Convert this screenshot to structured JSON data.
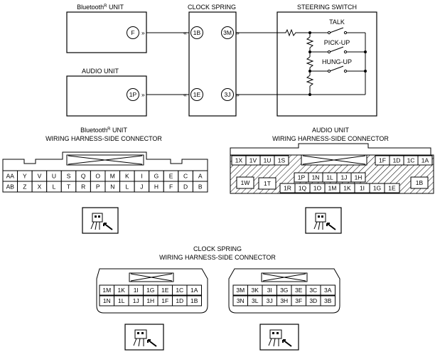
{
  "schematic": {
    "bluetooth_unit": {
      "title_prefix": "Bluetooth",
      "registered": "R",
      "title_suffix": " UNIT",
      "pin": "F"
    },
    "audio_unit": {
      "title": "AUDIO UNIT",
      "pin": "1P"
    },
    "clock_spring": {
      "title": "CLOCK SPRING",
      "pins_left": [
        "1B",
        "1E"
      ],
      "pins_right": [
        "3M",
        "3J"
      ]
    },
    "steering_switch": {
      "title": "STEERING SWITCH",
      "switches": [
        "TALK",
        "PICK-UP",
        "HUNG-UP"
      ]
    }
  },
  "bluetooth_connector": {
    "title_prefix": "Bluetooth",
    "registered": "R",
    "title_suffix": " UNIT",
    "subtitle": "WIRING HARNESS-SIDE CONNECTOR",
    "row1": [
      "AA",
      "Y",
      "V",
      "U",
      "S",
      "Q",
      "O",
      "M",
      "K",
      "I",
      "G",
      "E",
      "C",
      "A"
    ],
    "row2": [
      "AB",
      "Z",
      "X",
      "L",
      "T",
      "R",
      "P",
      "N",
      "L",
      "J",
      "H",
      "F",
      "D",
      "B"
    ]
  },
  "audio_connector": {
    "title": "AUDIO UNIT",
    "subtitle": "WIRING HARNESS-SIDE CONNECTOR",
    "top_left": [
      "1X",
      "1V",
      "1U",
      "1S"
    ],
    "top_right": [
      "1F",
      "1D",
      "1C",
      "1A"
    ],
    "mid": [
      "1P",
      "1N",
      "1L",
      "1J",
      "1H"
    ],
    "bottom": [
      "1R",
      "1Q",
      "1O",
      "1M",
      "1K",
      "1I",
      "1G",
      "1E"
    ],
    "left_single": "1W",
    "left_single2": "1T",
    "right_single": "1B"
  },
  "clock_spring_connector": {
    "title": "CLOCK SPRING",
    "subtitle": "WIRING HARNESS-SIDE CONNECTOR",
    "left_row1": [
      "1M",
      "1K",
      "1I",
      "1G",
      "1E",
      "1C",
      "1A"
    ],
    "left_row2": [
      "1N",
      "1L",
      "1J",
      "1H",
      "1F",
      "1D",
      "1B"
    ],
    "right_row1": [
      "3M",
      "3K",
      "3I",
      "3G",
      "3E",
      "3C",
      "3A"
    ],
    "right_row2": [
      "3N",
      "3L",
      "3J",
      "3H",
      "3F",
      "3D",
      "3B"
    ]
  }
}
